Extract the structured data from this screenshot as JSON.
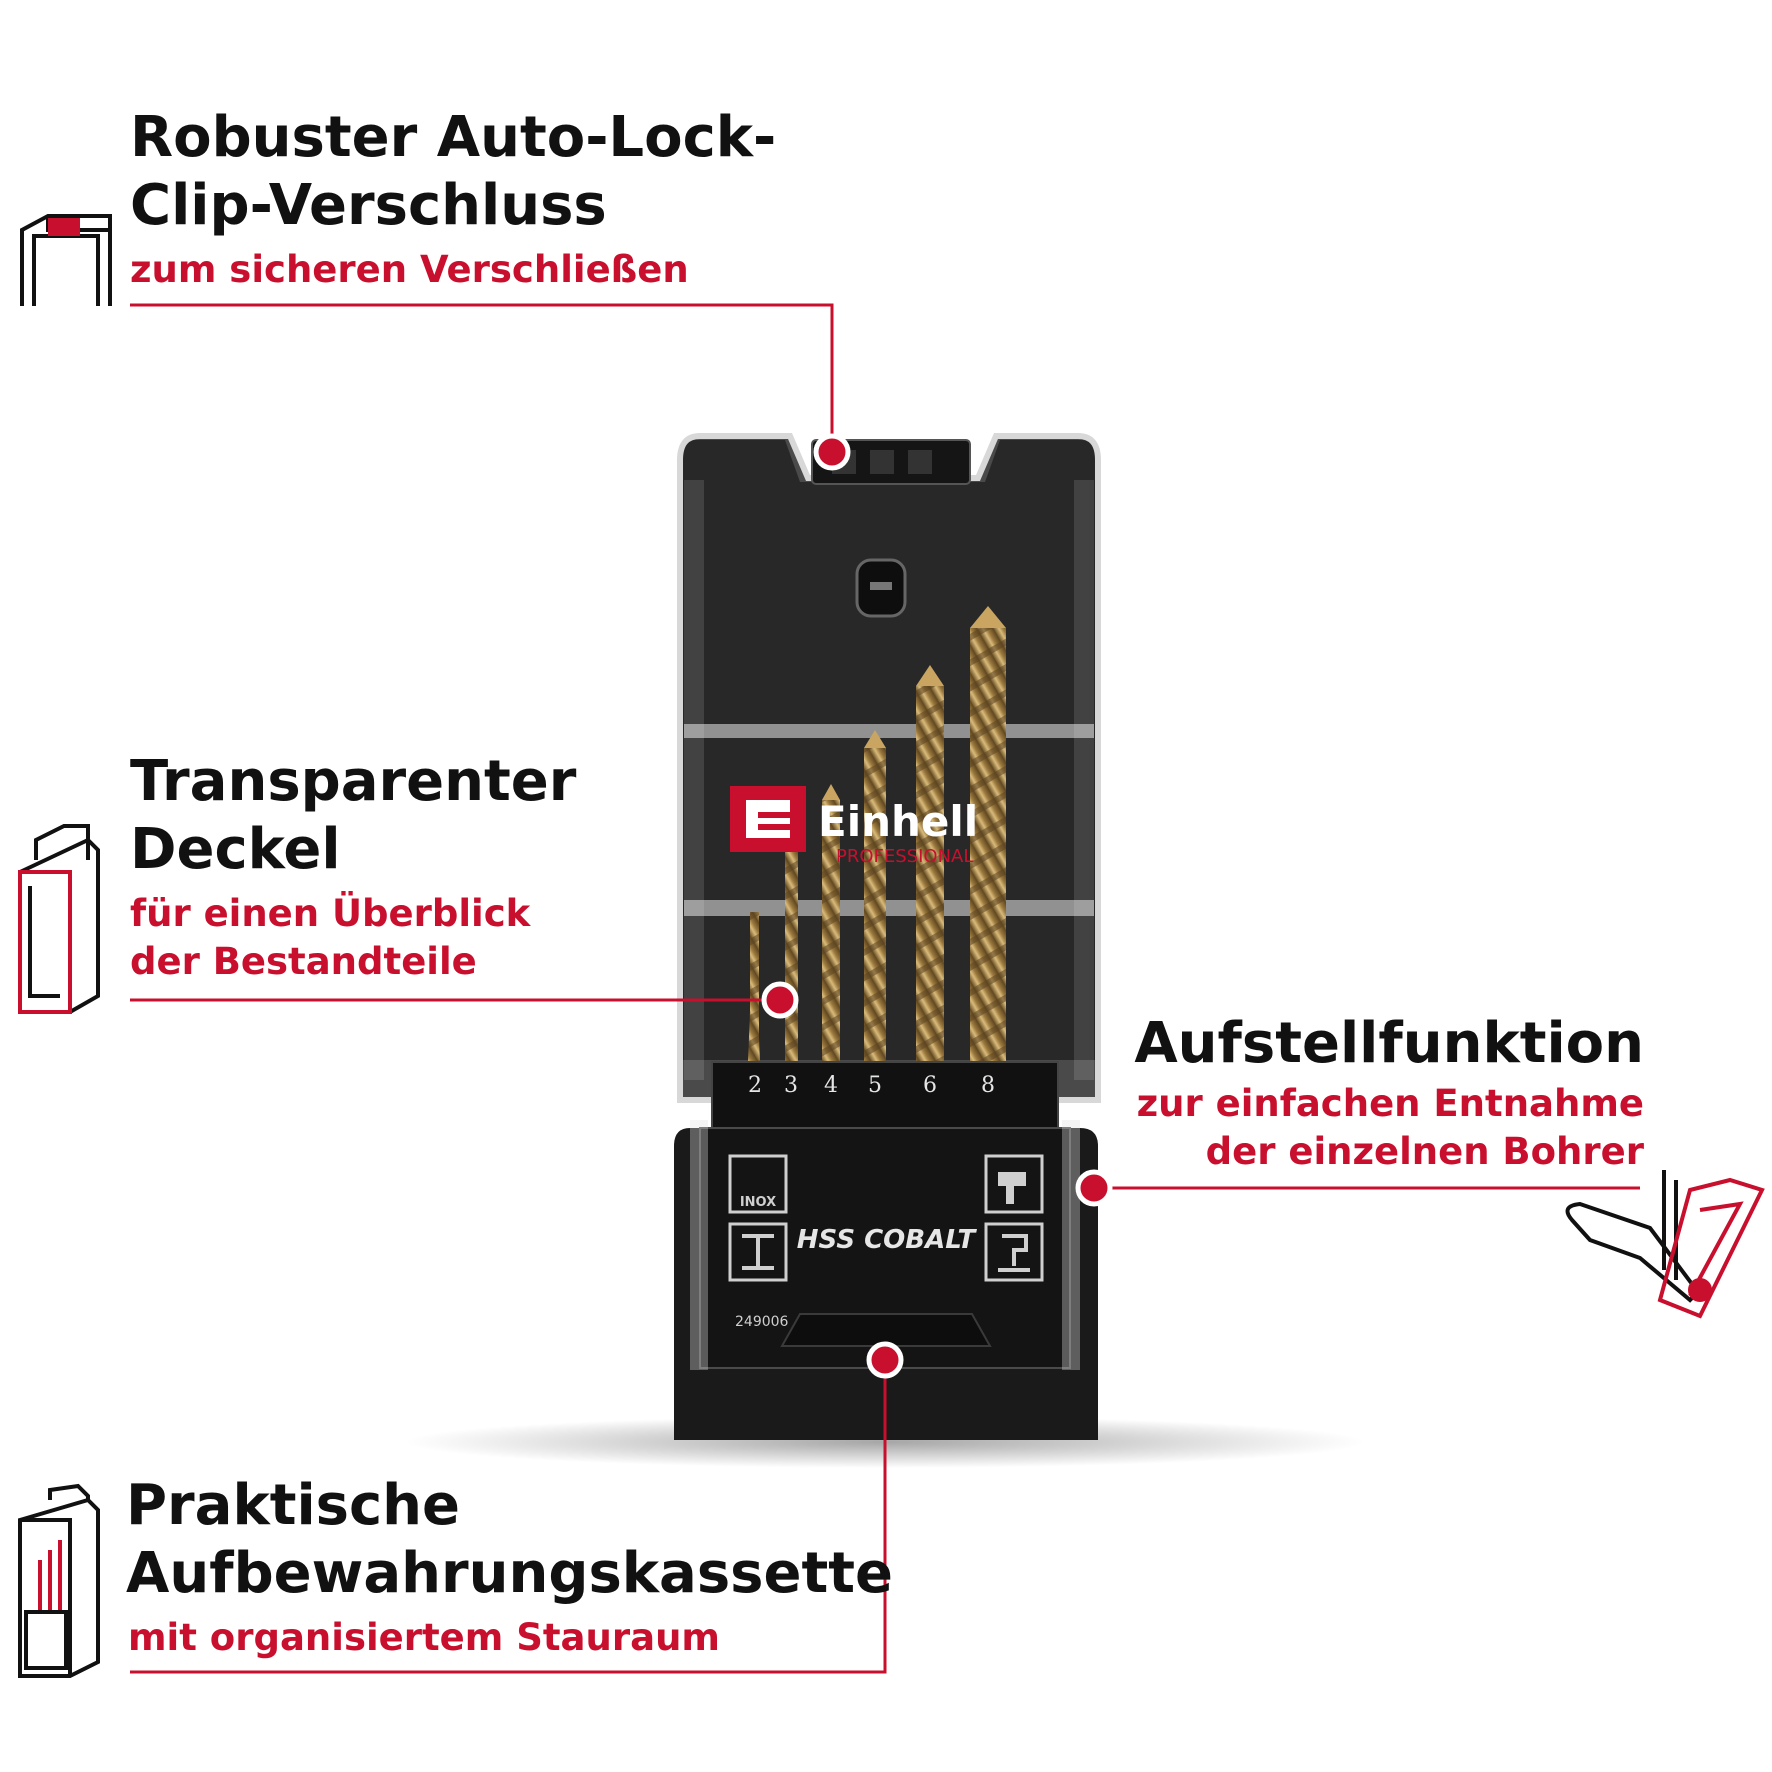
{
  "colors": {
    "accent": "#c8102e",
    "text": "#111111",
    "case": "#1c1c1c",
    "gold": "#b08d4f"
  },
  "callouts": {
    "clip": {
      "title_line1": "Robuster Auto-Lock-",
      "title_line2": "Clip-Verschluss",
      "subtitle": "zum sicheren Verschließen",
      "icon": "clip-case-icon"
    },
    "lid": {
      "title_line1": "Transparenter",
      "title_line2": "Deckel",
      "subtitle_line1": "für einen Überblick",
      "subtitle_line2": "der Bestandteile",
      "icon": "transparent-lid-case-icon"
    },
    "stand": {
      "title": "Aufstellfunktion",
      "subtitle_line1": "zur einfachen Entnahme",
      "subtitle_line2": "der einzelnen Bohrer",
      "icon": "stand-function-icon"
    },
    "storage": {
      "title_line1": "Praktische",
      "title_line2": "Aufbewahrungskassette",
      "subtitle": "mit organisiertem Stauraum",
      "icon": "storage-case-icon"
    }
  },
  "product": {
    "brand": "Einhell",
    "brand_sub": "PROFESSIONAL",
    "drill_sizes": [
      "2",
      "3",
      "4",
      "5",
      "6",
      "8"
    ],
    "label": "HSS COBALT",
    "article_number": "249006",
    "inox_label": "INOX"
  }
}
